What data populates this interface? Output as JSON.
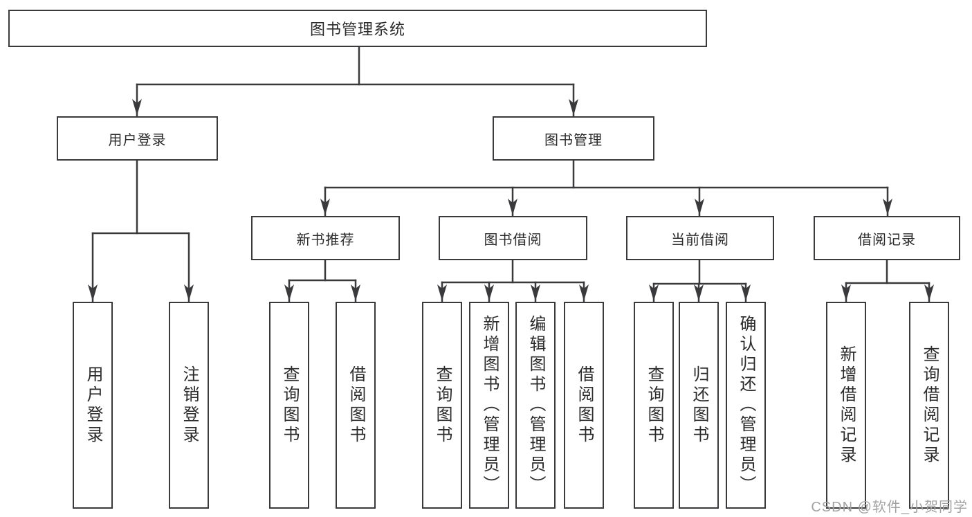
{
  "root": {
    "label": "图书管理系统"
  },
  "branches": {
    "user_login": {
      "label": "用户登录",
      "children": {
        "login": "用户登录",
        "logout": "注销登录"
      }
    },
    "book_management": {
      "label": "图书管理",
      "children": {
        "new_book": {
          "label": "新书推荐",
          "children": {
            "query": "查询图书",
            "borrow": "借阅图书"
          }
        },
        "borrow": {
          "label": "图书借阅",
          "children": {
            "query": "查询图书",
            "add": "新增图书（管理员）",
            "edit": "编辑图书（管理员）",
            "borrow": "借阅图书"
          }
        },
        "current": {
          "label": "当前借阅",
          "children": {
            "query": "查询图书",
            "return": "归还图书",
            "confirm": "确认归还（管理员）"
          }
        },
        "records": {
          "label": "借阅记录",
          "children": {
            "add": "新增借阅记录",
            "query": "查询借阅记录"
          }
        }
      }
    }
  },
  "watermark": "CSDN @软件_小贺同学",
  "colors": {
    "line": "#3a3a3c",
    "text": "#2b2b2b",
    "watermark": "#a3a3a3",
    "box_background": "#ffffff"
  }
}
